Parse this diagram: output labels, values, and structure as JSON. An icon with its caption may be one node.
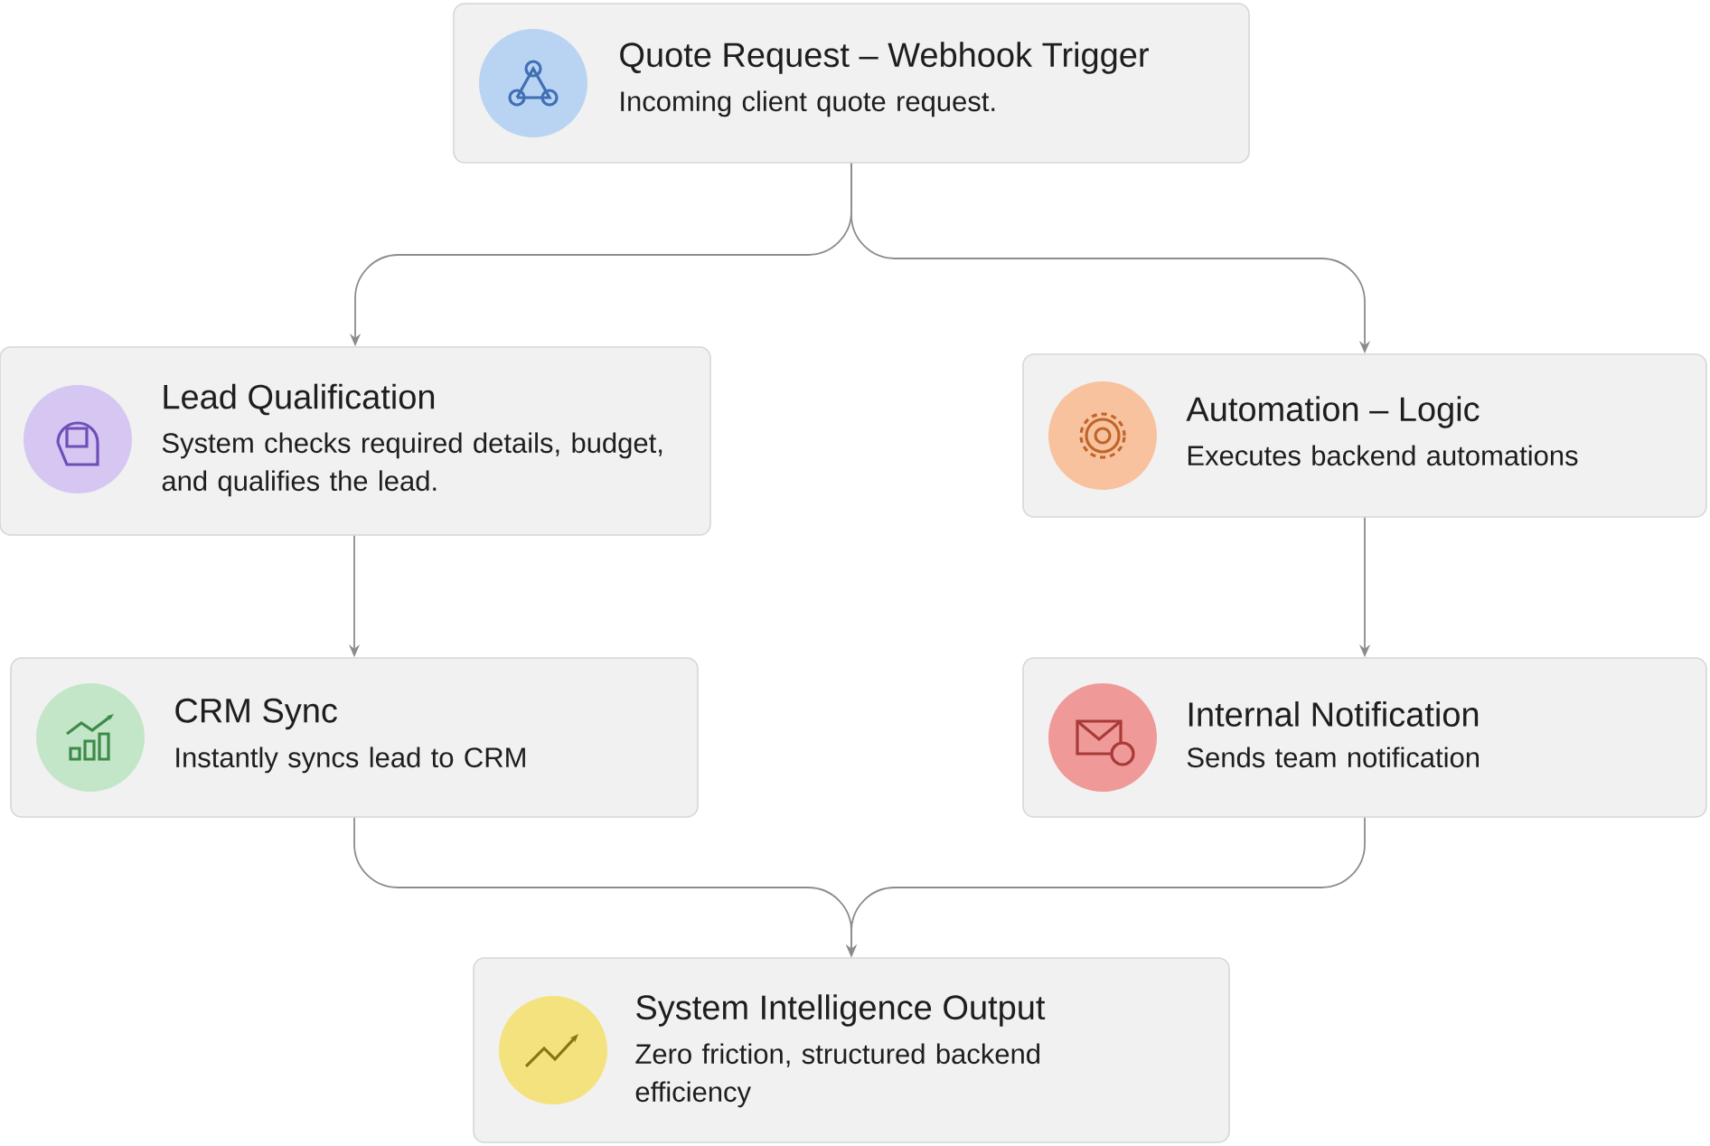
{
  "diagram": {
    "nodes": [
      {
        "text": [
          "Quote Request – Webhook Trigger",
          "Incoming client quote request."
        ]
      },
      {
        "text": [
          "Lead Qualification",
          "System checks required details, budget, and qualifies the lead."
        ]
      },
      {
        "text": [
          "Automation – Logic",
          "Executes backend automations"
        ]
      },
      {
        "text": [
          "CRM Sync",
          "Instantly syncs lead to CRM"
        ]
      },
      {
        "text": [
          "Internal Notification",
          "Sends team notification"
        ]
      },
      {
        "text": [
          "System Intelligence Output",
          "Zero friction, structured backend efficiency"
        ]
      }
    ],
    "edges": [
      {
        "from": 0,
        "to": 1,
        "arrow": "to"
      },
      {
        "from": 0,
        "to": 2,
        "arrow": "to"
      },
      {
        "from": 1,
        "to": 3,
        "arrow": "to"
      },
      {
        "from": 2,
        "to": 4,
        "arrow": "to"
      },
      {
        "from": 3,
        "to": 5,
        "arrow": "to"
      },
      {
        "from": 4,
        "to": 5,
        "arrow": "to"
      }
    ]
  }
}
